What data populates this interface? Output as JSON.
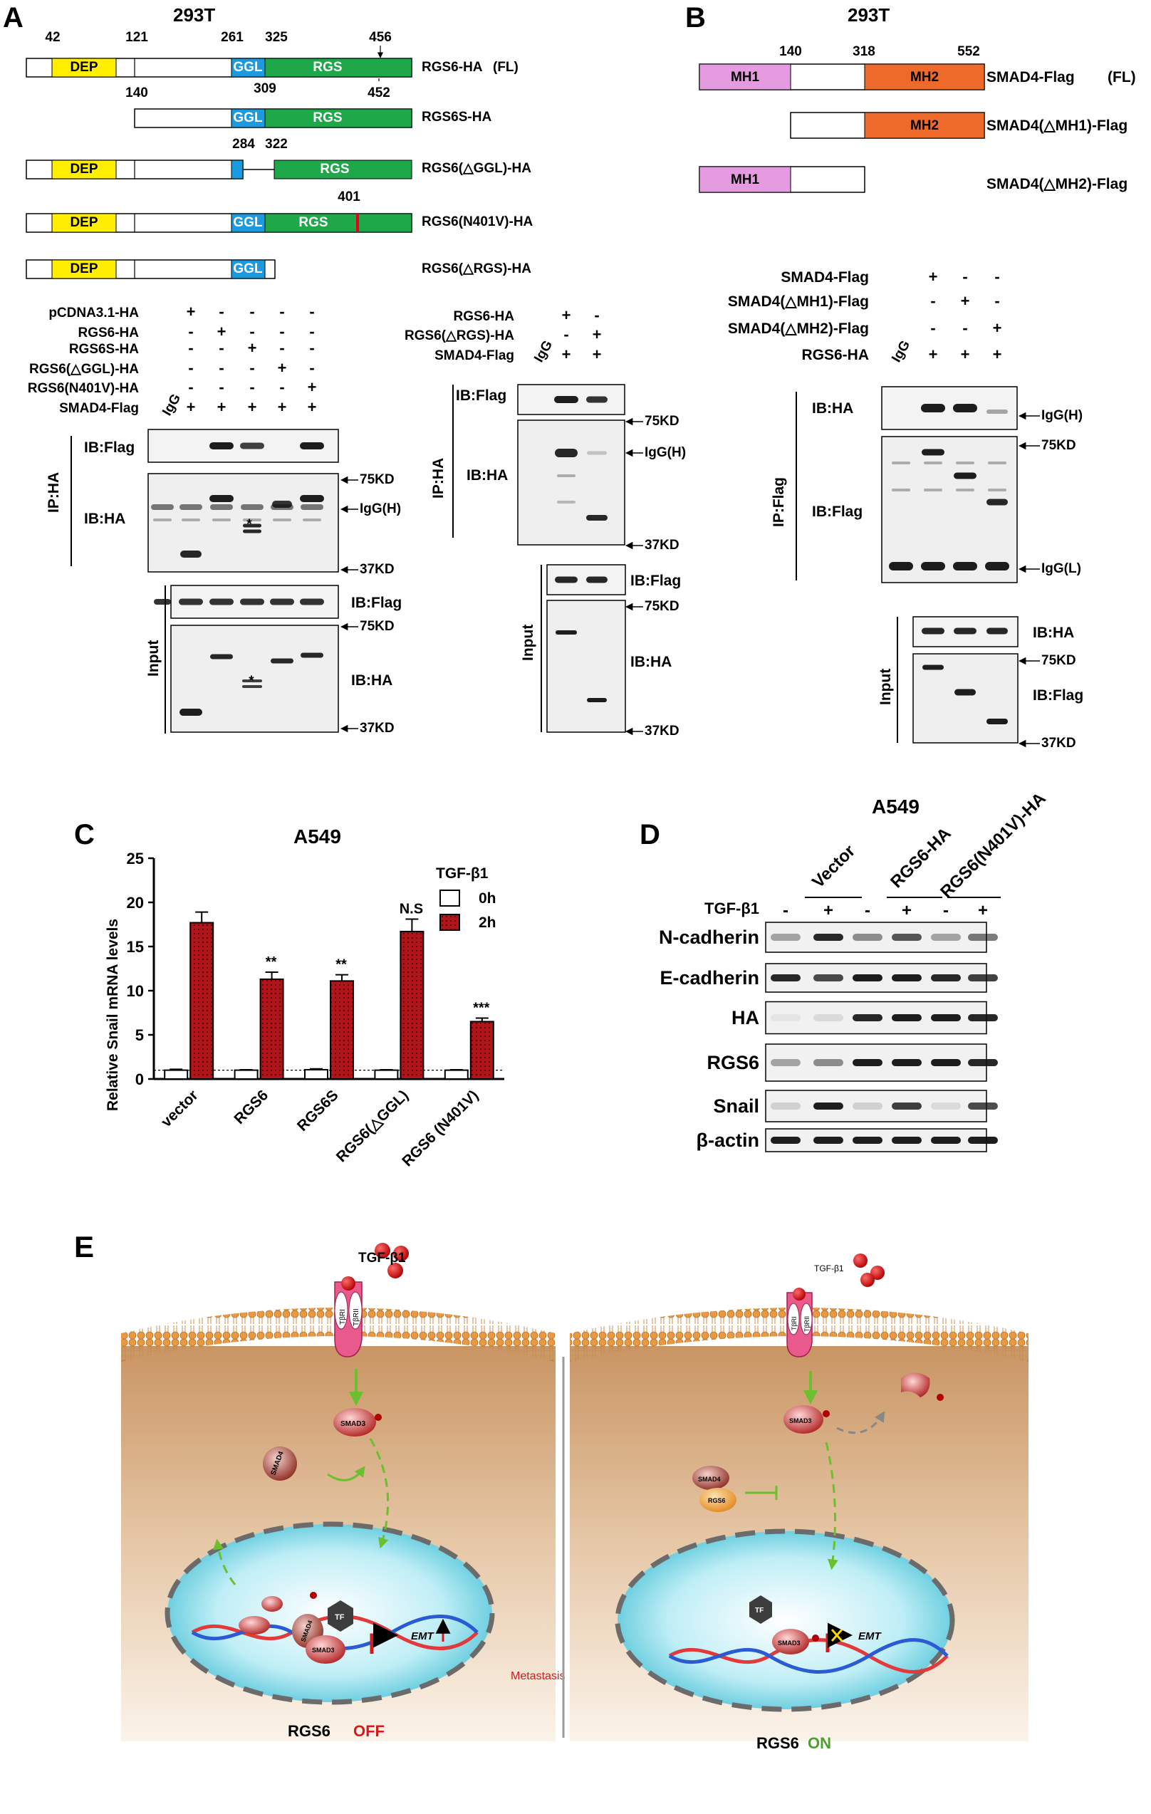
{
  "panelA": {
    "letter": "A",
    "title": "293T",
    "domains": {
      "dep": "DEP",
      "ggl": "GGL",
      "rgs": "RGS"
    },
    "positions": {
      "p42": "42",
      "p121": "121",
      "p261": "261",
      "p325": "325",
      "p456": "456",
      "p140": "140",
      "p309": "309",
      "p452": "452",
      "p284": "284",
      "p322": "322",
      "p401": "401"
    },
    "constructs": [
      "RGS6-HA",
      "RGS6S-HA",
      "RGS6(△GGL)-HA",
      "RGS6(N401V)-HA",
      "RGS6(△RGS)-HA"
    ],
    "fl": "(FL)",
    "blot1": {
      "rows": [
        "pCDNA3.1-HA",
        "RGS6-HA",
        "RGS6S-HA",
        "RGS6(△GGL)-HA",
        "RGS6(N401V)-HA",
        "SMAD4-Flag"
      ],
      "igg": "IgG",
      "signs": [
        [
          "+",
          "-",
          "-",
          "-",
          "-"
        ],
        [
          "-",
          "+",
          "-",
          "-",
          "-"
        ],
        [
          "-",
          "-",
          "+",
          "-",
          "-"
        ],
        [
          "-",
          "-",
          "-",
          "+",
          "-"
        ],
        [
          "-",
          "-",
          "-",
          "-",
          "+"
        ],
        [
          "+",
          "+",
          "+",
          "+",
          "+"
        ]
      ],
      "ip": "IP:HA",
      "input": "Input",
      "ib_flag": "IB:Flag",
      "ib_ha": "IB:HA",
      "kd75": "75KD",
      "kd37": "37KD",
      "iggh": "IgG(H)",
      "star": "*"
    },
    "blot2": {
      "rows": [
        "RGS6-HA",
        "RGS6(△RGS)-HA",
        "SMAD4-Flag"
      ],
      "igg": "IgG",
      "signs": [
        [
          "+",
          "-"
        ],
        [
          "-",
          "+"
        ],
        [
          "+",
          "+"
        ]
      ],
      "ip": "IP:HA",
      "input": "Input",
      "ib_flag": "IB:Flag",
      "ib_ha": "IB:HA",
      "kd75": "75KD",
      "kd37": "37KD",
      "iggh": "IgG(H)"
    }
  },
  "panelB": {
    "letter": "B",
    "title": "293T",
    "domains": {
      "mh1": "MH1",
      "mh2": "MH2"
    },
    "positions": {
      "p140": "140",
      "p318": "318",
      "p552": "552"
    },
    "constructs": [
      "SMAD4-Flag",
      "SMAD4(△MH1)-Flag",
      "SMAD4(△MH2)-Flag"
    ],
    "fl": "(FL)",
    "blot": {
      "rows": [
        "SMAD4-Flag",
        "SMAD4(△MH1)-Flag",
        "SMAD4(△MH2)-Flag",
        "RGS6-HA"
      ],
      "igg": "IgG",
      "signs": [
        [
          "+",
          "-",
          "-"
        ],
        [
          "-",
          "+",
          "-"
        ],
        [
          "-",
          "-",
          "+"
        ],
        [
          "+",
          "+",
          "+"
        ]
      ],
      "ip": "IP:Flag",
      "input": "Input",
      "ib_flag": "IB:Flag",
      "ib_ha": "IB:HA",
      "kd75": "75KD",
      "kd37": "37KD",
      "iggh": "IgG(H)",
      "iggl": "IgG(L)"
    }
  },
  "panelC": {
    "letter": "C",
    "chart_data": {
      "type": "bar",
      "title": "A549",
      "ylabel": "Relative Snail mRNA levels",
      "ylim": [
        0,
        25
      ],
      "yticks": [
        0,
        5,
        10,
        15,
        20,
        25
      ],
      "categories": [
        "vector",
        "RGS6",
        "RGS6S",
        "RGS6(△GGL)",
        "RGS6 (N401V)"
      ],
      "legend_title": "TGF-β1",
      "series": [
        {
          "name": "0h",
          "values": [
            1.0,
            1.0,
            1.05,
            1.0,
            1.0
          ],
          "errors": [
            0.1,
            0.05,
            0.1,
            0.05,
            0.05
          ],
          "color": "#ffffff"
        },
        {
          "name": "2h",
          "values": [
            17.7,
            11.3,
            11.1,
            16.7,
            6.5
          ],
          "errors": [
            1.2,
            0.8,
            0.7,
            1.4,
            0.4
          ],
          "color": "#b0151a"
        }
      ],
      "annotations": [
        "",
        "**",
        "**",
        "N.S",
        "***"
      ],
      "reference_line": 1.0
    }
  },
  "panelD": {
    "letter": "D",
    "title": "A549",
    "groups": [
      "Vector",
      "RGS6-HA",
      "RGS6(N401V)-HA"
    ],
    "treatment": "TGF-β1",
    "signs": [
      "-",
      "+",
      "-",
      "+",
      "-",
      "+"
    ],
    "rows": [
      "N-cadherin",
      "E-cadherin",
      "HA",
      "RGS6",
      "Snail",
      "β-actin"
    ]
  },
  "panelE": {
    "letter": "E",
    "ligand": "TGF-β1",
    "receptor1": "TβRI",
    "receptor2": "TβRII",
    "smad3": "SMAD3",
    "smad4": "SMAD4",
    "rgs6": "RGS6",
    "tf": "TF",
    "emt": "EMT",
    "metastasis": "Metastasis",
    "left_prefix": "RGS6",
    "left_state": "OFF",
    "right_prefix": "RGS6",
    "right_state": "ON",
    "colors": {
      "off": "#d7191c",
      "on": "#4aa02c",
      "arrow": "#6cbf2e"
    }
  }
}
